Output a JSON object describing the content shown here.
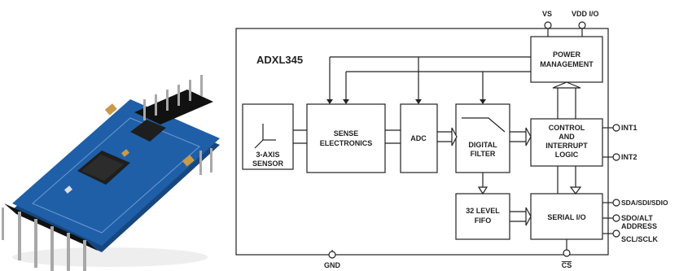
{
  "diagram": {
    "chip_name": "ADXL345",
    "blocks": {
      "sensor": [
        "3-AXIS",
        "SENSOR"
      ],
      "sense": [
        "SENSE",
        "ELECTRONICS"
      ],
      "adc": [
        "ADC"
      ],
      "filter": [
        "DIGITAL",
        "FILTER"
      ],
      "power": [
        "POWER",
        "MANAGEMENT"
      ],
      "control": [
        "CONTROL",
        "AND",
        "INTERRUPT",
        "LOGIC"
      ],
      "fifo": [
        "32 LEVEL",
        "FIFO"
      ],
      "serial": [
        "SERIAL I/O"
      ]
    },
    "pins": {
      "vs": "VS",
      "vddio": "VDD I/O",
      "int1": "INT1",
      "int2": "INT2",
      "sda": "SDA/SDI/SDIO",
      "sdo": [
        "SDO/ALT",
        "ADDRESS"
      ],
      "scl": "SCL/SCLK",
      "gnd": "GND",
      "cs": "CS"
    }
  },
  "colors": {
    "pcb": "#1f5fa8",
    "pcb_dark": "#17477f",
    "chip": "#1e1e1e",
    "pin_metal": "#a8a8a8",
    "header_plastic": "#111111",
    "capacitor": "#c89a4a"
  }
}
